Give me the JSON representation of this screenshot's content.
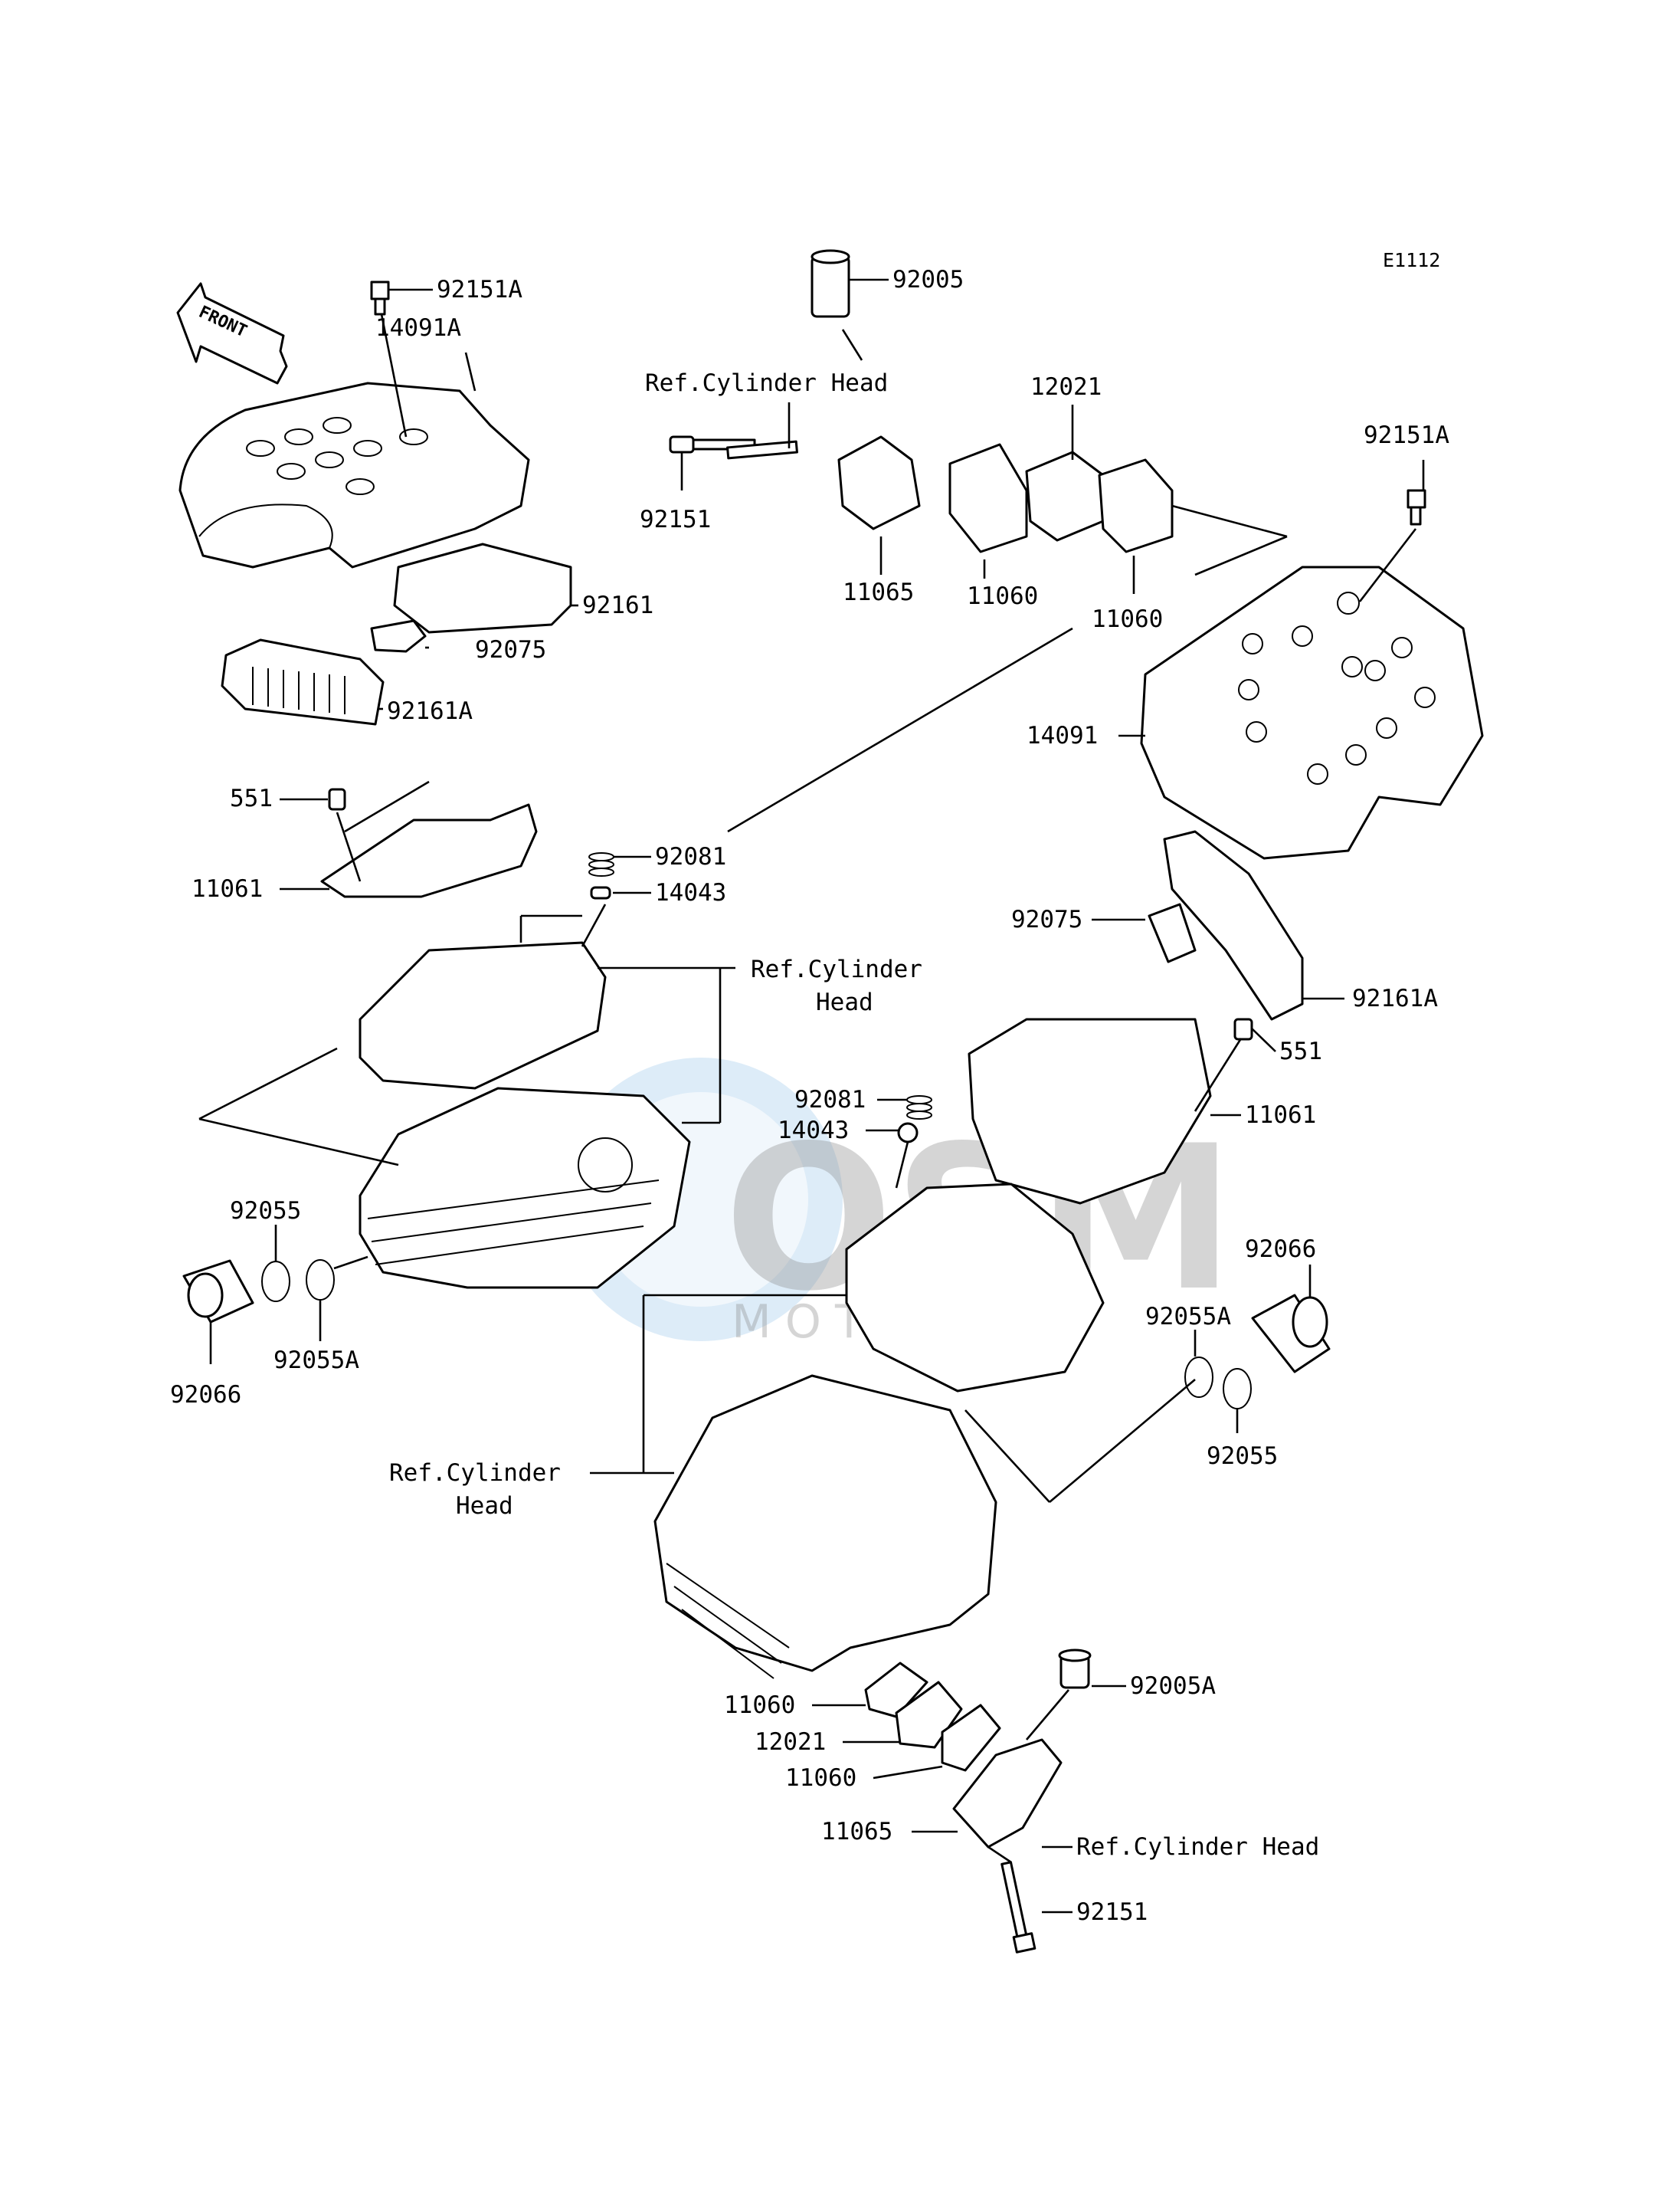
{
  "diagram_code": "E1112",
  "front_label": "FRONT",
  "watermark": {
    "brand": "OSM",
    "sub": "MOTO"
  },
  "callouts": [
    {
      "id": "92151A_top",
      "text": "92151A"
    },
    {
      "id": "14091A",
      "text": "14091A"
    },
    {
      "id": "92005",
      "text": "92005"
    },
    {
      "id": "ref_top",
      "text": "Ref.Cylinder Head"
    },
    {
      "id": "12021_top",
      "text": "12021"
    },
    {
      "id": "92151A_right",
      "text": "92151A"
    },
    {
      "id": "92151_top",
      "text": "92151"
    },
    {
      "id": "11065_top",
      "text": "11065"
    },
    {
      "id": "11060_a",
      "text": "11060"
    },
    {
      "id": "11060_b",
      "text": "11060"
    },
    {
      "id": "92161",
      "text": "92161"
    },
    {
      "id": "92075_left",
      "text": "92075"
    },
    {
      "id": "92161A_left",
      "text": "92161A"
    },
    {
      "id": "14091",
      "text": "14091"
    },
    {
      "id": "551_left",
      "text": "551"
    },
    {
      "id": "92081_top",
      "text": "92081"
    },
    {
      "id": "11061_left",
      "text": "11061"
    },
    {
      "id": "14043_top",
      "text": "14043"
    },
    {
      "id": "92075_right",
      "text": "92075"
    },
    {
      "id": "ref_mid_1",
      "text": "Ref.Cylinder"
    },
    {
      "id": "ref_mid_2",
      "text": "Head"
    },
    {
      "id": "92161A_right",
      "text": "92161A"
    },
    {
      "id": "551_right",
      "text": "551"
    },
    {
      "id": "92081_mid",
      "text": "92081"
    },
    {
      "id": "14043_mid",
      "text": "14043"
    },
    {
      "id": "11061_right",
      "text": "11061"
    },
    {
      "id": "92055_left",
      "text": "92055"
    },
    {
      "id": "92066_right",
      "text": "92066"
    },
    {
      "id": "92055A_right",
      "text": "92055A"
    },
    {
      "id": "92066_left",
      "text": "92066"
    },
    {
      "id": "92055A_left",
      "text": "92055A"
    },
    {
      "id": "92055_right",
      "text": "92055"
    },
    {
      "id": "ref_low_1",
      "text": "Ref.Cylinder"
    },
    {
      "id": "ref_low_2",
      "text": "Head"
    },
    {
      "id": "11060_c",
      "text": "11060"
    },
    {
      "id": "92005A",
      "text": "92005A"
    },
    {
      "id": "12021_low",
      "text": "12021"
    },
    {
      "id": "11060_d",
      "text": "11060"
    },
    {
      "id": "11065_low",
      "text": "11065"
    },
    {
      "id": "ref_bottom",
      "text": "Ref.Cylinder Head"
    },
    {
      "id": "92151_low",
      "text": "92151"
    }
  ]
}
